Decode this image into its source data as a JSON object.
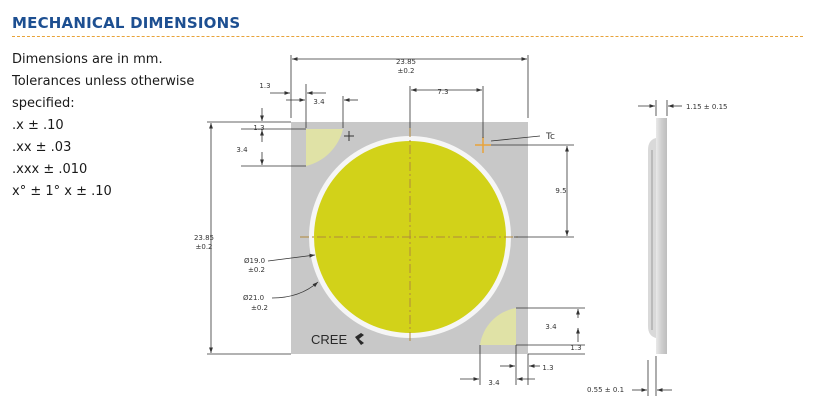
{
  "section": {
    "title": "MECHANICAL DIMENSIONS"
  },
  "notes": {
    "units": "Dimensions are in mm.",
    "tolerance_intro_1": "Tolerances unless otherwise",
    "tolerance_intro_2": "specified:",
    "tol_x": ".x ± .10",
    "tol_xx": ".xx ± .03",
    "tol_xxx": ".xxx ± .010",
    "tol_angle": "x° ± 1° x ± .10"
  },
  "top_view": {
    "width_value": "23.85",
    "width_tol": "±0.2",
    "offset_value": "7.3",
    "left_gap_value": "1.3",
    "left_tab_value": "3.4",
    "corner_v_gap_value": "1.3",
    "corner_v_tab_value": "3.4",
    "tc_label": "Tc",
    "tc_vertical_value": "9.5",
    "height_value": "23.85",
    "height_tol": "±0.2",
    "les_diameter_value": "Ø19.0",
    "les_diameter_tol": "±0.2",
    "ring_diameter_value": "Ø21.0",
    "ring_diameter_tol": "±0.2",
    "brand": "CREE",
    "br_tab_v_value": "3.4",
    "br_gap_v_value": "1.3",
    "br_gap_h_value": "1.3",
    "br_tab_h_value": "3.4"
  },
  "side_view": {
    "lens_thickness": "1.15 ± 0.15",
    "substrate_thickness": "0.55 ± 0.1"
  },
  "colors": {
    "heading": "#1d4f91",
    "rule": "#e8a33a",
    "substrate": "#c8c8c8",
    "phosphor": "#d2d219",
    "pad": "#e0e2a6",
    "centerline": "#b0893a"
  }
}
